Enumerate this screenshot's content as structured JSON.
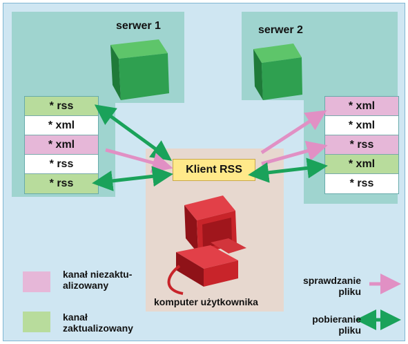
{
  "servers": {
    "server1_label": "serwer 1",
    "server2_label": "serwer 2"
  },
  "server1_list": [
    "* rss",
    "* xml",
    "* xml",
    "* rss",
    "* rss"
  ],
  "server2_list": [
    "* xml",
    "* xml",
    "* rss",
    "* xml",
    "* rss"
  ],
  "client": {
    "label": "Klient RSS",
    "computer_label": "komputer użytkownika"
  },
  "legend": {
    "outdated_channel": "kanał niezaktu-\nalizowany",
    "updated_channel": "kanał\nzaktualizowany",
    "checking_file": "sprawdzanie\npliku",
    "downloading_file": "pobieranie\npliku"
  },
  "colors": {
    "pink": "#e6b7d8",
    "green": "#b8dc9c",
    "teal_zone": "#9fd4cf",
    "server_green": "#2fa050",
    "computer_red": "#c8242a",
    "client_label_bg": "#ffe98a"
  }
}
